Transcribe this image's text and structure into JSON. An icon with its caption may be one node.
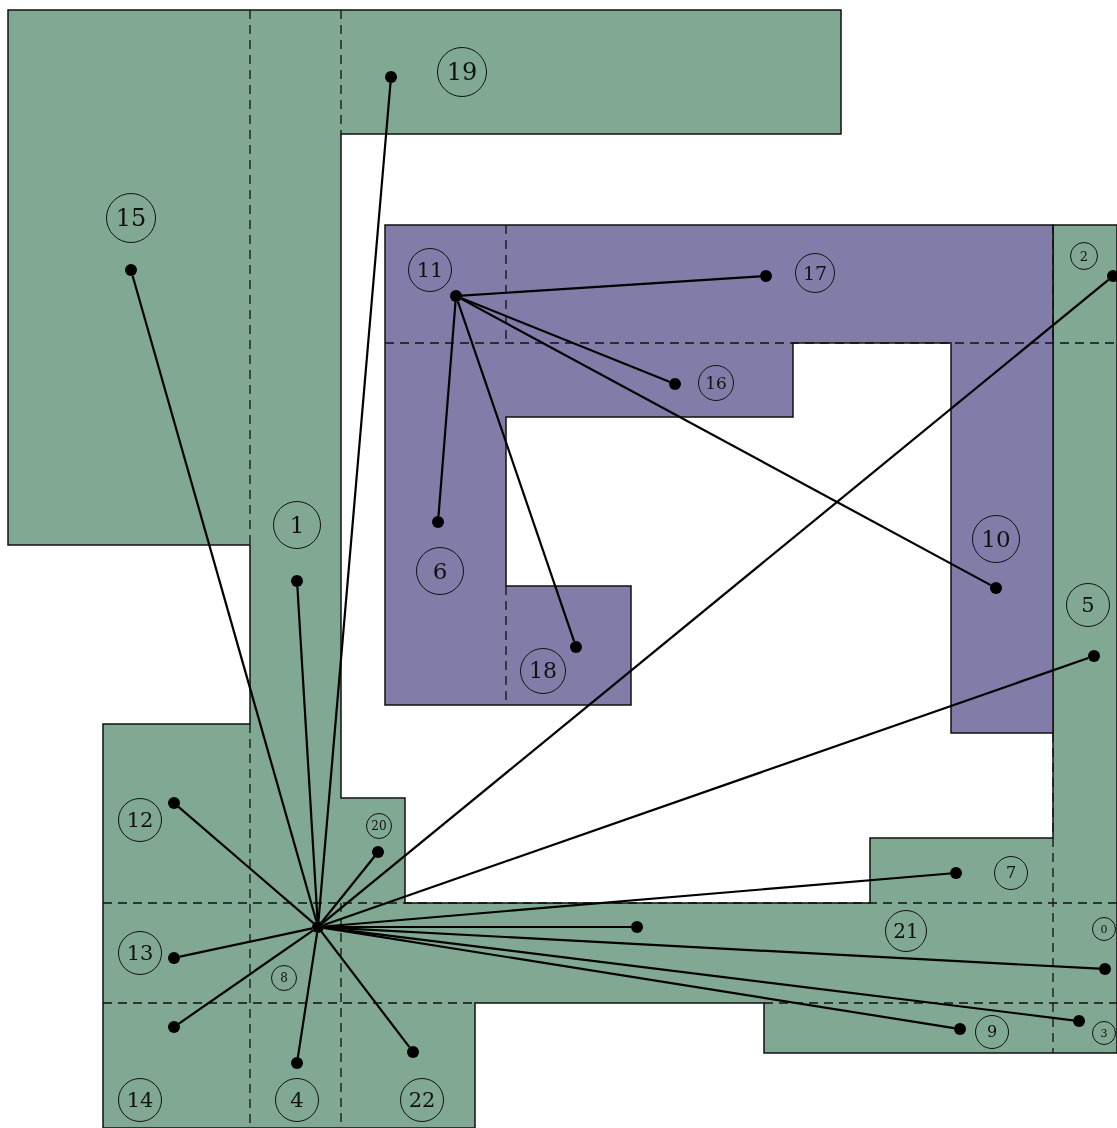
{
  "diagram": {
    "nodes": [
      {
        "text": [],
        "shape": "circle",
        "beside": [
          "0"
        ]
      },
      {
        "text": [],
        "shape": "circle",
        "beside": [
          "1"
        ]
      },
      {
        "text": [],
        "shape": "circle",
        "beside": [
          "2"
        ]
      },
      {
        "text": [],
        "shape": "circle",
        "beside": [
          "3"
        ]
      },
      {
        "text": [],
        "shape": "circle",
        "beside": [
          "4"
        ]
      },
      {
        "text": [],
        "shape": "circle",
        "beside": [
          "5"
        ]
      },
      {
        "text": [],
        "shape": "circle",
        "beside": [
          "6"
        ]
      },
      {
        "text": [],
        "shape": "circle",
        "beside": [
          "7"
        ]
      },
      {
        "text": [],
        "shape": "circle",
        "beside": [
          "8"
        ]
      },
      {
        "text": [],
        "shape": "circle",
        "beside": [
          "9"
        ]
      },
      {
        "text": [],
        "shape": "circle",
        "beside": [
          "10"
        ]
      },
      {
        "text": [],
        "shape": "circle",
        "beside": [
          "11"
        ]
      },
      {
        "text": [],
        "shape": "circle",
        "beside": [
          "12"
        ]
      },
      {
        "text": [],
        "shape": "circle",
        "beside": [
          "13"
        ]
      },
      {
        "text": [],
        "shape": "circle",
        "beside": [
          "14"
        ]
      },
      {
        "text": [],
        "shape": "circle",
        "beside": [
          "15"
        ]
      },
      {
        "text": [],
        "shape": "circle",
        "beside": [
          "16"
        ]
      },
      {
        "text": [],
        "shape": "circle",
        "beside": [
          "17"
        ]
      },
      {
        "text": [],
        "shape": "circle",
        "beside": [
          "18"
        ]
      },
      {
        "text": [],
        "shape": "circle",
        "beside": [
          "19"
        ]
      },
      {
        "text": [],
        "shape": "circle",
        "beside": [
          "20"
        ]
      },
      {
        "text": [],
        "shape": "circle"
      },
      {
        "text": [],
        "shape": "circle",
        "beside": [
          "22"
        ]
      }
    ],
    "edges": [
      {
        "from": 8,
        "to": 15,
        "arrow": "none"
      },
      {
        "from": 8,
        "to": 1,
        "arrow": "none"
      },
      {
        "from": 8,
        "to": 19,
        "arrow": "none"
      },
      {
        "from": 8,
        "to": 12,
        "arrow": "none"
      },
      {
        "from": 8,
        "to": 20,
        "arrow": "none"
      },
      {
        "from": 8,
        "to": 2,
        "arrow": "none"
      },
      {
        "from": 8,
        "to": 5,
        "arrow": "none"
      },
      {
        "from": 8,
        "to": 7,
        "arrow": "none"
      },
      {
        "from": 8,
        "to": 21,
        "arrow": "none"
      },
      {
        "from": 8,
        "to": 0,
        "arrow": "none"
      },
      {
        "from": 8,
        "to": 9,
        "arrow": "none"
      },
      {
        "from": 8,
        "to": 3,
        "arrow": "none"
      },
      {
        "from": 8,
        "to": 22,
        "arrow": "none"
      },
      {
        "from": 8,
        "to": 4,
        "arrow": "none"
      },
      {
        "from": 8,
        "to": 14,
        "arrow": "none"
      },
      {
        "from": 8,
        "to": 13,
        "arrow": "none"
      },
      {
        "from": 11,
        "to": 17,
        "arrow": "none"
      },
      {
        "from": 11,
        "to": 16,
        "arrow": "none"
      },
      {
        "from": 11,
        "to": 6,
        "arrow": "none"
      },
      {
        "from": 11,
        "to": 18,
        "arrow": "none"
      },
      {
        "from": 11,
        "to": 10,
        "arrow": "none"
      }
    ],
    "labels": [
      "21"
    ]
  }
}
